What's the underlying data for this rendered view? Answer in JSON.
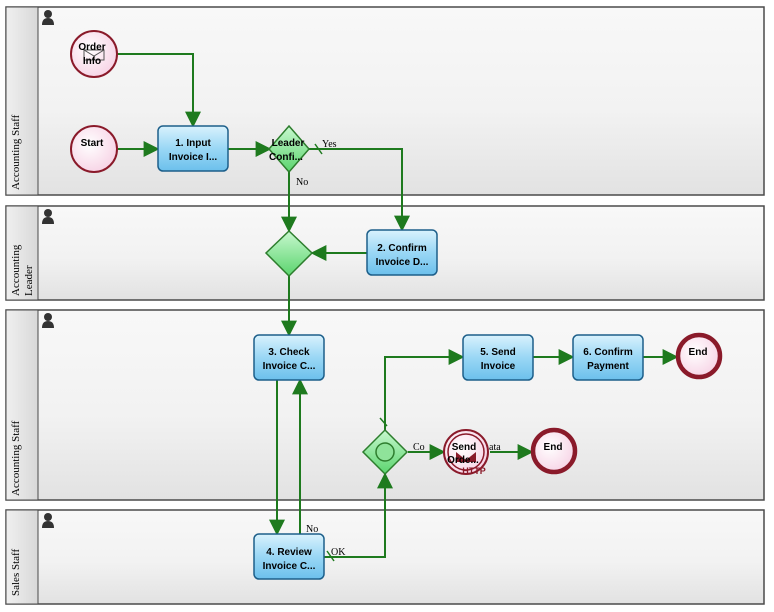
{
  "diagram": {
    "lanes": [
      {
        "id": "acct1",
        "label": "Accounting Staff"
      },
      {
        "id": "leader",
        "label": [
          "Accounting",
          "Leader"
        ]
      },
      {
        "id": "acct2",
        "label": "Accounting Staff"
      },
      {
        "id": "sales",
        "label": "Sales Staff"
      }
    ],
    "nodes": {
      "order_info": [
        "Order",
        "Info"
      ],
      "start": "Start",
      "input_invoice": [
        "1. Input",
        "Invoice I..."
      ],
      "leader_confirm": [
        "Leader",
        "Confi..."
      ],
      "confirm_invoice": [
        "2. Confirm",
        "Invoice D..."
      ],
      "check_invoice": [
        "3. Check",
        "Invoice C..."
      ],
      "review_invoice": [
        "4. Review",
        "Invoice C..."
      ],
      "send_invoice": [
        "5. Send",
        "Invoice"
      ],
      "confirm_payment": [
        "6. Confirm",
        "Payment"
      ],
      "end_top": "End",
      "send_order": [
        "Send",
        "Orde..."
      ],
      "http_badge": "HTTP",
      "end_mid": "End"
    },
    "edge_labels": {
      "yes": "Yes",
      "no_gateway": "No",
      "no_review": "No",
      "ok": "OK",
      "condition": "Co",
      "condition_tail": "ata"
    },
    "colors": {
      "edge": "#1e7a1e",
      "task_fill": "#9ad7f5",
      "task_stroke": "#1d5f8a",
      "event_stroke": "#8a1a2a",
      "gateway_fill": "#8fe39a",
      "lane_border": "#4a4a4a"
    }
  }
}
